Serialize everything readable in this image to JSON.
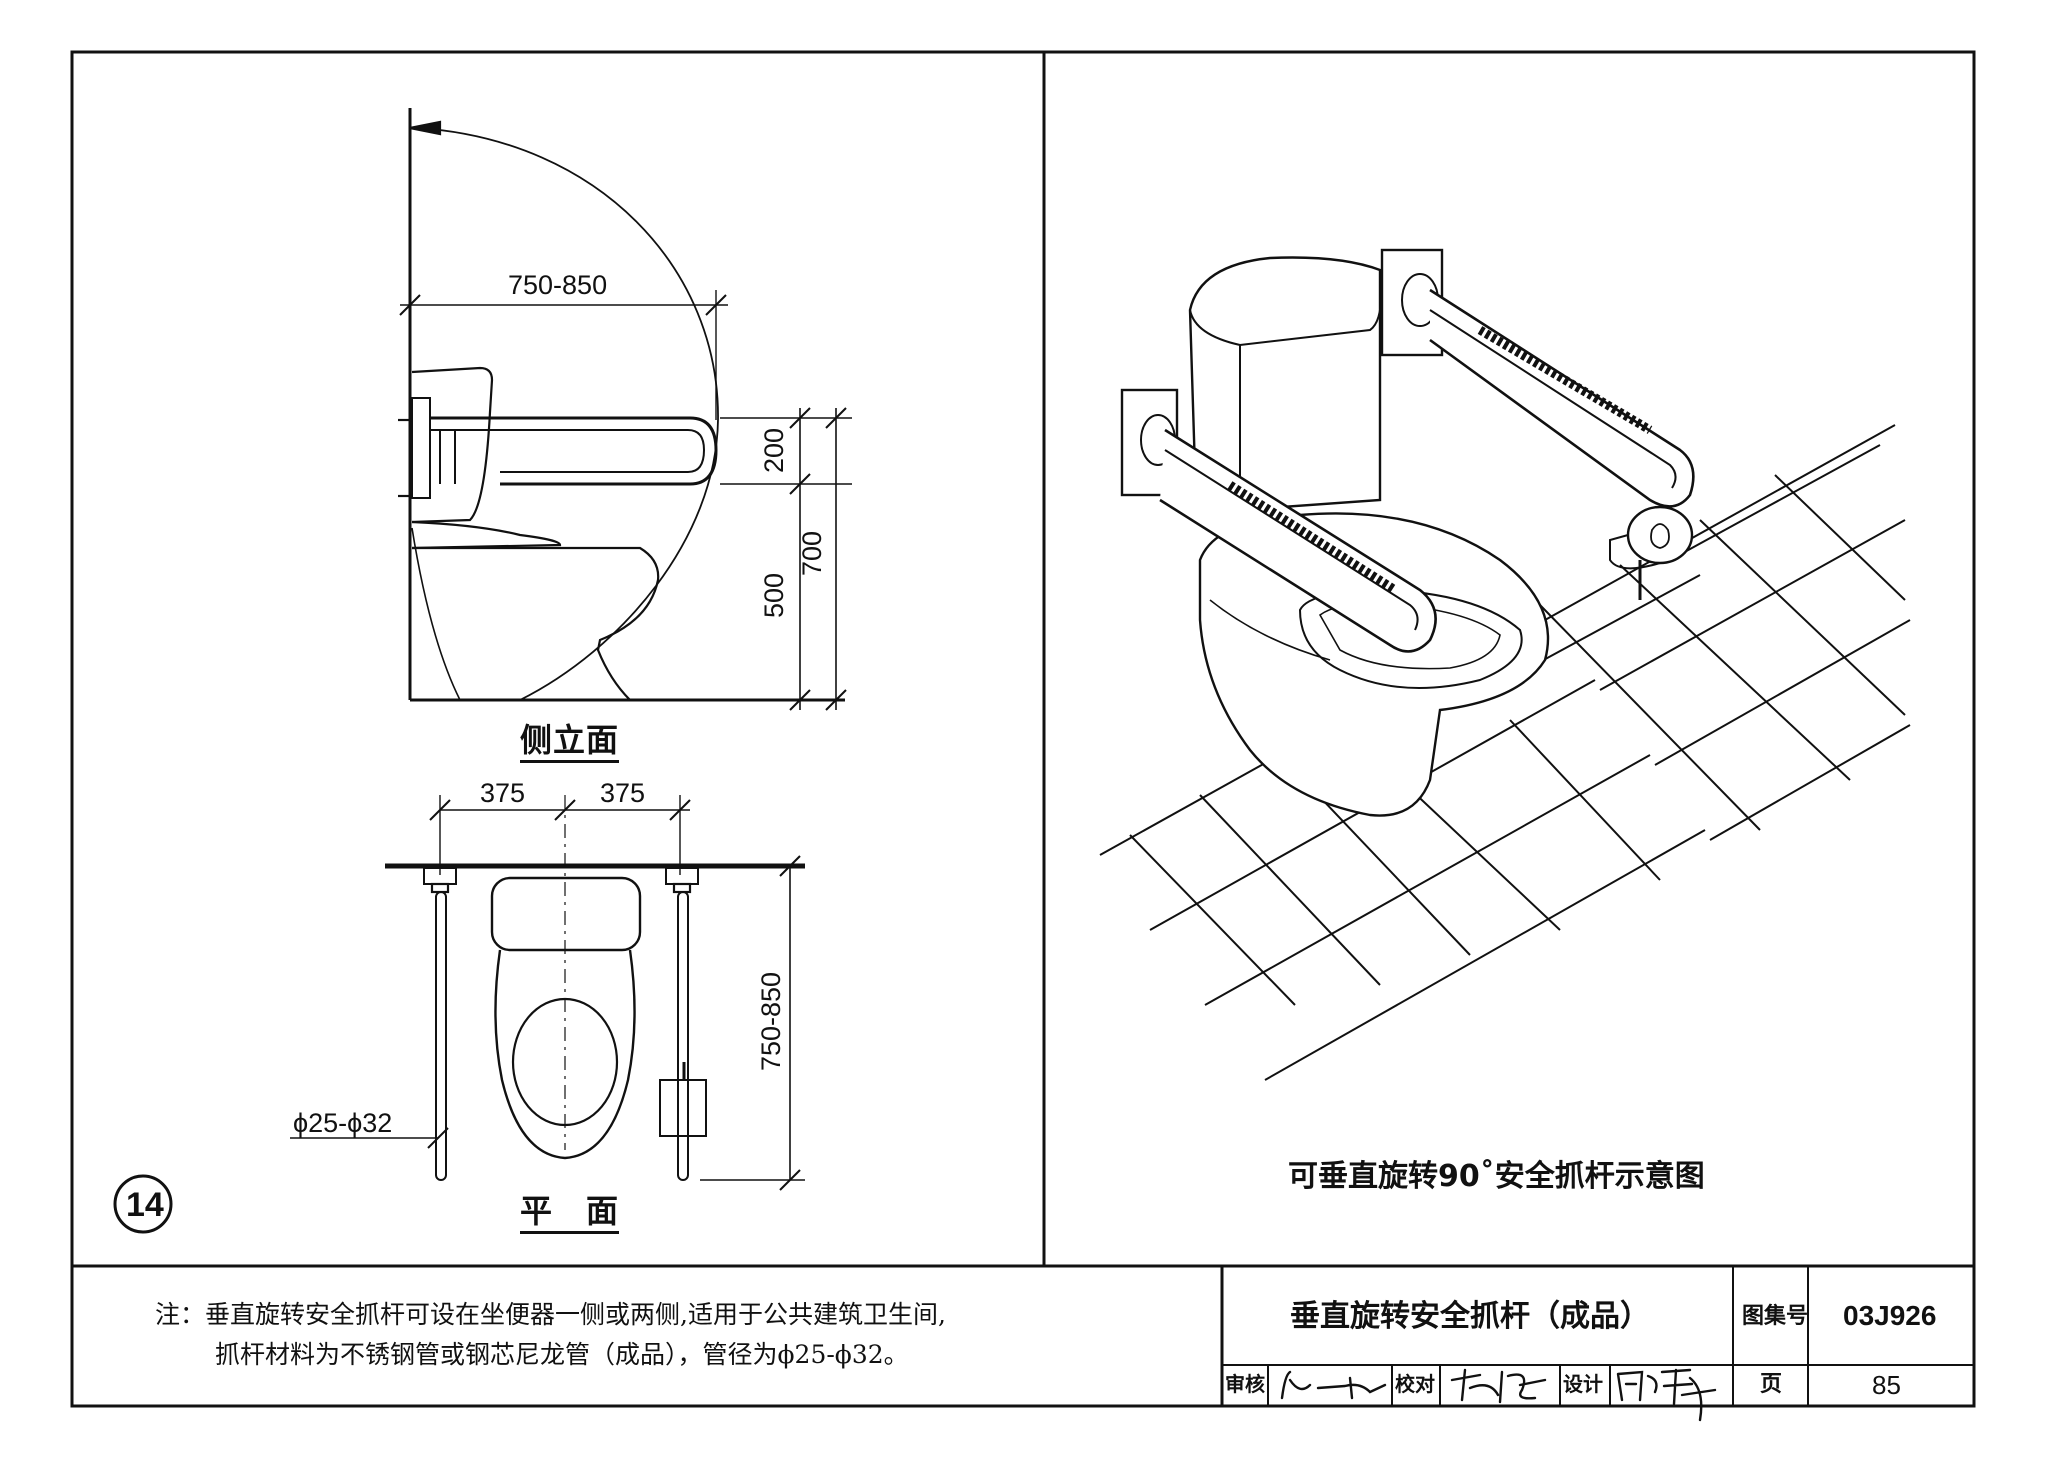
{
  "side_elevation": {
    "title": "侧立面",
    "dims": {
      "reach": "750-850",
      "bar_height": "200",
      "seat_height": "500",
      "total_height": "700"
    }
  },
  "plan": {
    "title": "平　面",
    "dims": {
      "left_offset": "375",
      "right_offset": "375",
      "depth": "750-850",
      "pipe_dia": "ϕ25-ϕ32"
    }
  },
  "detail_number": "14",
  "perspective_caption": "可垂直旋转90˚安全抓杆示意图",
  "note": {
    "line1": "注：垂直旋转安全抓杆可设在坐便器一侧或两侧,适用于公共建筑卫生间,",
    "line2": "抓杆材料为不锈钢管或钢芯尼龙管（成品），管径为ϕ25-ϕ32。"
  },
  "title_block": {
    "drawing_title": "垂直旋转安全抓杆（成品）",
    "atlas_label": "图集号",
    "atlas_no": "03J926",
    "review_label": "审核",
    "check_label": "校对",
    "design_label": "设计",
    "page_label": "页",
    "page_no": "85"
  }
}
